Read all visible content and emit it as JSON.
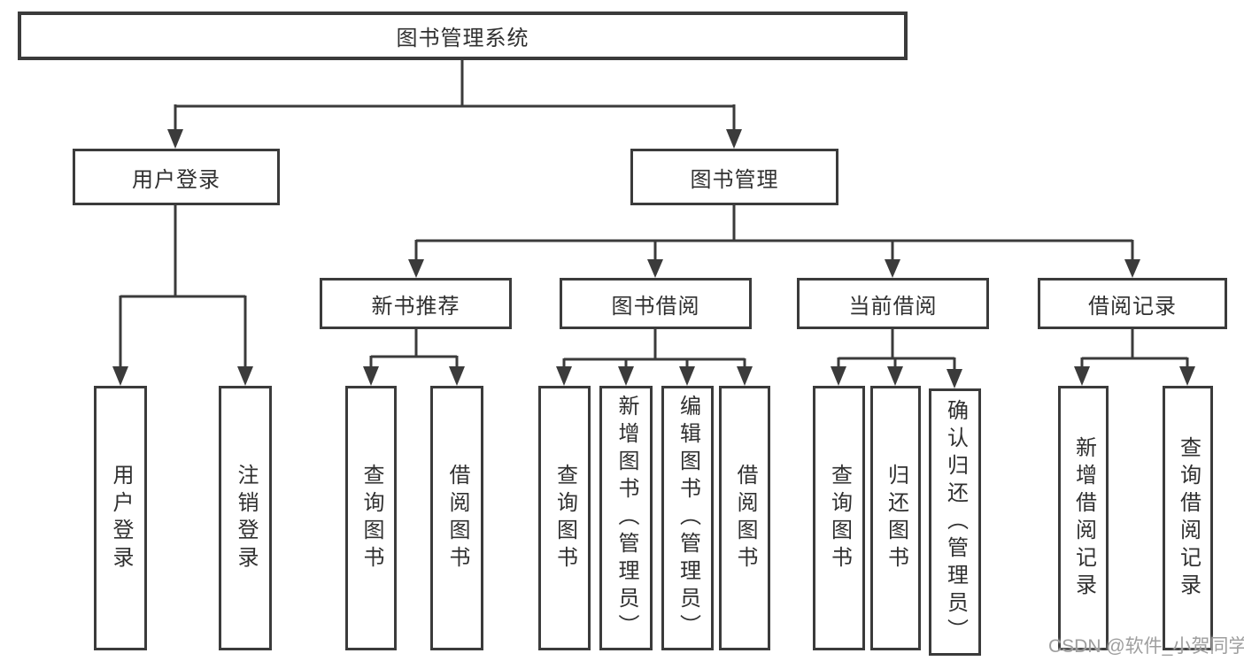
{
  "diagram": {
    "title_node": {
      "label": "图书管理系统"
    },
    "level2": [
      {
        "label": "用户登录"
      },
      {
        "label": "图书管理"
      }
    ],
    "level3": [
      {
        "label": "新书推荐"
      },
      {
        "label": "图书借阅"
      },
      {
        "label": "当前借阅"
      },
      {
        "label": "借阅记录"
      }
    ],
    "leaves": {
      "user_login": [
        "用户登录",
        "注销登录"
      ],
      "new_book": [
        "查询图书",
        "借阅图书"
      ],
      "book_borrow": [
        "查询图书",
        "新增图书（管理员）",
        "编辑图书（管理员）",
        "借阅图书"
      ],
      "current_borrow": [
        "查询图书",
        "归还图书",
        "确认归还（管理员）"
      ],
      "borrow_record": [
        "新增借阅记录",
        "查询借阅记录"
      ]
    }
  },
  "watermark": {
    "text": "CSDN @软件_小贺同学"
  },
  "colors": {
    "line": "#3b3b3b",
    "text": "#303030",
    "watermark": "#9e9e9e",
    "background": "#ffffff"
  }
}
